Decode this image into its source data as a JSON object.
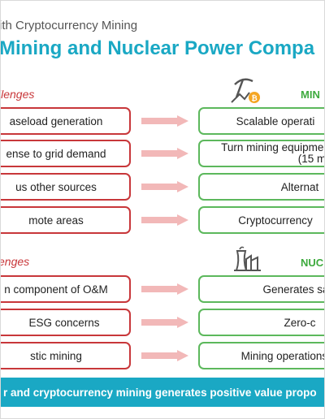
{
  "header": {
    "supertitle": "ith Cryptocurrency Mining",
    "title": "Mining and Nuclear Power Compa"
  },
  "sections": [
    {
      "left_label": "llenges",
      "right_label": "MIN",
      "icon": "mining-pickaxe-bitcoin-icon",
      "rows": [
        {
          "left": "aseload generation",
          "right": [
            "Scalable operati"
          ]
        },
        {
          "left": "ense to grid demand",
          "right": [
            "Turn mining equipmen",
            "(15 m"
          ]
        },
        {
          "left": "us other sources",
          "right": [
            "Alternat"
          ]
        },
        {
          "left": "mote areas",
          "right": [
            "Cryptocurrency"
          ]
        }
      ]
    },
    {
      "left_label": "enges",
      "right_label": "NUCL",
      "icon": "nuclear-plant-icon",
      "rows": [
        {
          "left": "n component of O&M",
          "right": [
            "Generates sa"
          ]
        },
        {
          "left": "ESG concerns",
          "right": [
            "Zero-c"
          ]
        },
        {
          "left": "stic mining",
          "right": [
            "Mining operations r"
          ]
        }
      ]
    }
  ],
  "footer": {
    "text": "r and cryptocurrency mining generates positive value propo"
  },
  "colors": {
    "accent": "#1aa8c4",
    "challenge_red": "#c8373a",
    "solution_green": "#5cb85c",
    "arrow_pink": "#f2b8b8"
  }
}
